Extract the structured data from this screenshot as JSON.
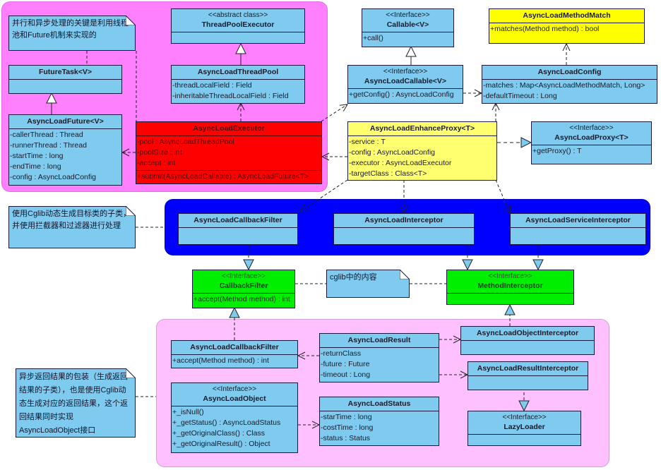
{
  "packages": {
    "executor": {
      "color": "#ff80ff"
    },
    "cglib": {
      "color": "#0000ff"
    },
    "result": {
      "color": "#ffc0ff"
    }
  },
  "notes": {
    "future_note": "并行和异步处理的关键是利用线程池和Future机制来实现的",
    "cglib_note": "使用Cglib动态生成目标类的子类，并使用拦截器和过滤器进行处理",
    "cglib_content_note": "cglib中的内容",
    "result_note": "异步返回结果的包装（生成返回结果的子类），也是使用Cglib动态生成对应的返回结果，这个返回结果同时实现AsyncLoadObject接口"
  },
  "classes": {
    "future_task": {
      "name": "FutureTask<V>"
    },
    "thread_pool_executor": {
      "stereotype": "<<abstract class>>",
      "name": "ThreadPoolExecutor"
    },
    "async_load_thread_pool": {
      "name": "AsyncLoadThreadPool",
      "fields": [
        "-threadLocalField : Field",
        "-inheritableThreadLocalField : Field"
      ]
    },
    "async_load_future": {
      "name": "AsyncLoadFuture<V>",
      "fields": [
        "-callerThread : Thread",
        "-runnerThread : Thread",
        "-startTime : long",
        "-endTime : long",
        "-config : AsyncLoadConfig"
      ]
    },
    "async_load_executor": {
      "name": "AsyncLoadExecutor",
      "fields": [
        "-pool : AsyncLoadThreadPool",
        "-poolSize : int",
        "-accept : int"
      ],
      "methods": [
        "+submit(AsyncLoadCallable) : AsyncLoadFuture<T>"
      ]
    },
    "callable": {
      "stereotype": "<<Interface>>",
      "name": "Callable<V>",
      "methods": [
        "+call()"
      ]
    },
    "async_load_callable": {
      "stereotype": "<<Interface>>",
      "name": "AsyncLoadCallable<V>",
      "methods": [
        "+getConfig() : AsyncLoadConfig"
      ]
    },
    "async_load_method_match": {
      "name": "AsyncLoadMethodMatch",
      "methods": [
        "+matches(Method method) : bool"
      ]
    },
    "async_load_config": {
      "name": "AsyncLoadConfig",
      "fields": [
        "-matches : Map<AsyncLoadMethodMatch, Long>",
        "-defaultTimeout : Long"
      ]
    },
    "async_load_enhance_proxy": {
      "name": "AsyncLoadEnhanceProxy<T>",
      "fields": [
        "-service : T",
        "-config : AsyncLoadConfig",
        "-executor : AsyncLoadExecutor",
        "-targetClass : Class<T>"
      ]
    },
    "async_load_proxy": {
      "stereotype": "<<Interface>>",
      "name": "AsyncLoadProxy<T>",
      "methods": [
        "+getProxy() : T"
      ]
    },
    "cg_callback_filter": {
      "name": "AsyncLoadCallbackFilter"
    },
    "cg_interceptor": {
      "name": "AsyncLoadInterceptor"
    },
    "cg_service_interceptor": {
      "name": "AsyncLoadServiceInterceptor"
    },
    "callback_filter": {
      "stereotype": "<<Interface>>",
      "name": "CallbackFilter",
      "methods": [
        "+accept(Method method) : int"
      ]
    },
    "method_interceptor": {
      "stereotype": "<<Interface>>",
      "name": "MethodInterceptor"
    },
    "res_callback_filter": {
      "name": "AsyncLoadCallbackFilter",
      "methods": [
        "+accept(Method method) : int"
      ]
    },
    "async_load_result": {
      "name": "AsyncLoadResult",
      "fields": [
        "-returnClass",
        "-future : Future",
        "-timeout : Long"
      ]
    },
    "async_load_object_interceptor": {
      "name": "AsyncLoadObjectInterceptor"
    },
    "async_load_result_interceptor": {
      "name": "AsyncLoadResultInterceptor"
    },
    "async_load_object": {
      "stereotype": "<<Interface>>",
      "name": "AsyncLoadObject",
      "methods": [
        "+_isNull()",
        "+_getStatus() : AsyncLoadStatus",
        "+_getOriginalClass() : Class",
        "+_getOriginalResult() : Object"
      ]
    },
    "async_load_status": {
      "name": "AsyncLoadStatus",
      "fields": [
        "-starTime : long",
        "-costTime : long",
        "-status : Status"
      ]
    },
    "lazy_loader": {
      "stereotype": "<<Interface>>",
      "name": "LazyLoader"
    }
  }
}
